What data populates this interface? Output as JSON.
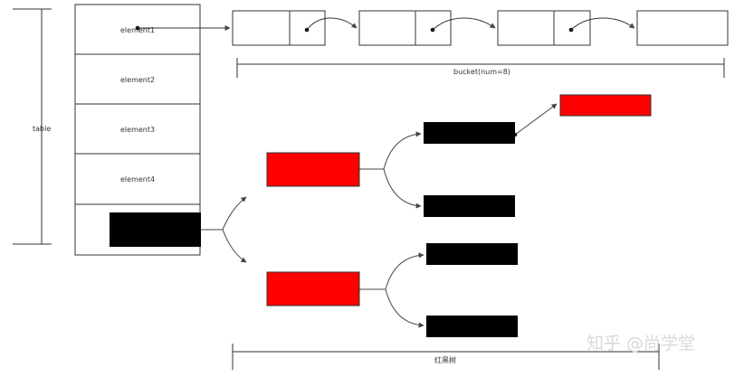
{
  "table": {
    "label": "table",
    "cells": [
      "element1",
      "element2",
      "element3",
      "element4"
    ]
  },
  "bucket": {
    "label": "bucket(num=8)"
  },
  "tree": {
    "label": "红黑树"
  },
  "watermark": "知乎 @尚学堂",
  "colors": {
    "red_node": "#ff0000",
    "black_node": "#000000",
    "line": "#555555"
  }
}
